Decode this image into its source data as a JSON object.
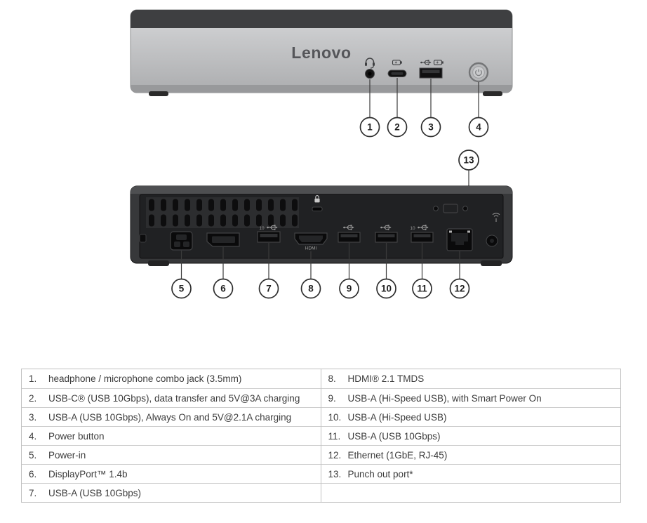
{
  "front": {
    "brand": "Lenovo",
    "callouts": [
      "1",
      "2",
      "3",
      "4"
    ]
  },
  "rear": {
    "punch_callout": "13",
    "callouts": [
      "5",
      "6",
      "7",
      "8",
      "9",
      "10",
      "11",
      "12"
    ],
    "hdmi_label": "HDMI",
    "speed_label": "10"
  },
  "icons": [
    "headset-icon",
    "usb-c-charging-icon",
    "usb-a-trident-icon",
    "battery-charging-icon",
    "security-lock-icon",
    "antenna-icon"
  ],
  "colors": {
    "device_silver": "#c4c5c7",
    "device_dark": "#202123",
    "callout_stroke": "#2d2d2d",
    "table_border": "#c2c2c2",
    "table_text": "#3c3c3c"
  },
  "legend": {
    "left": [
      {
        "num": "1.",
        "desc": "headphone / microphone combo jack (3.5mm)"
      },
      {
        "num": "2.",
        "desc": "USB-C® (USB 10Gbps), data transfer and 5V@3A charging"
      },
      {
        "num": "3.",
        "desc": "USB-A (USB 10Gbps), Always On and 5V@2.1A charging"
      },
      {
        "num": "4.",
        "desc": "Power button"
      },
      {
        "num": "5.",
        "desc": "Power-in"
      },
      {
        "num": "6.",
        "desc": "DisplayPort™ 1.4b"
      },
      {
        "num": "7.",
        "desc": "USB-A (USB 10Gbps)"
      }
    ],
    "right": [
      {
        "num": "8.",
        "desc": "HDMI® 2.1 TMDS"
      },
      {
        "num": "9.",
        "desc": "USB-A (Hi-Speed USB), with Smart Power On"
      },
      {
        "num": "10.",
        "desc": "USB-A (Hi-Speed USB)"
      },
      {
        "num": "11.",
        "desc": "USB-A (USB 10Gbps)"
      },
      {
        "num": "12.",
        "desc": "Ethernet (1GbE, RJ-45)"
      },
      {
        "num": "13.",
        "desc": "Punch out port*"
      },
      {
        "num": "",
        "desc": ""
      }
    ]
  }
}
